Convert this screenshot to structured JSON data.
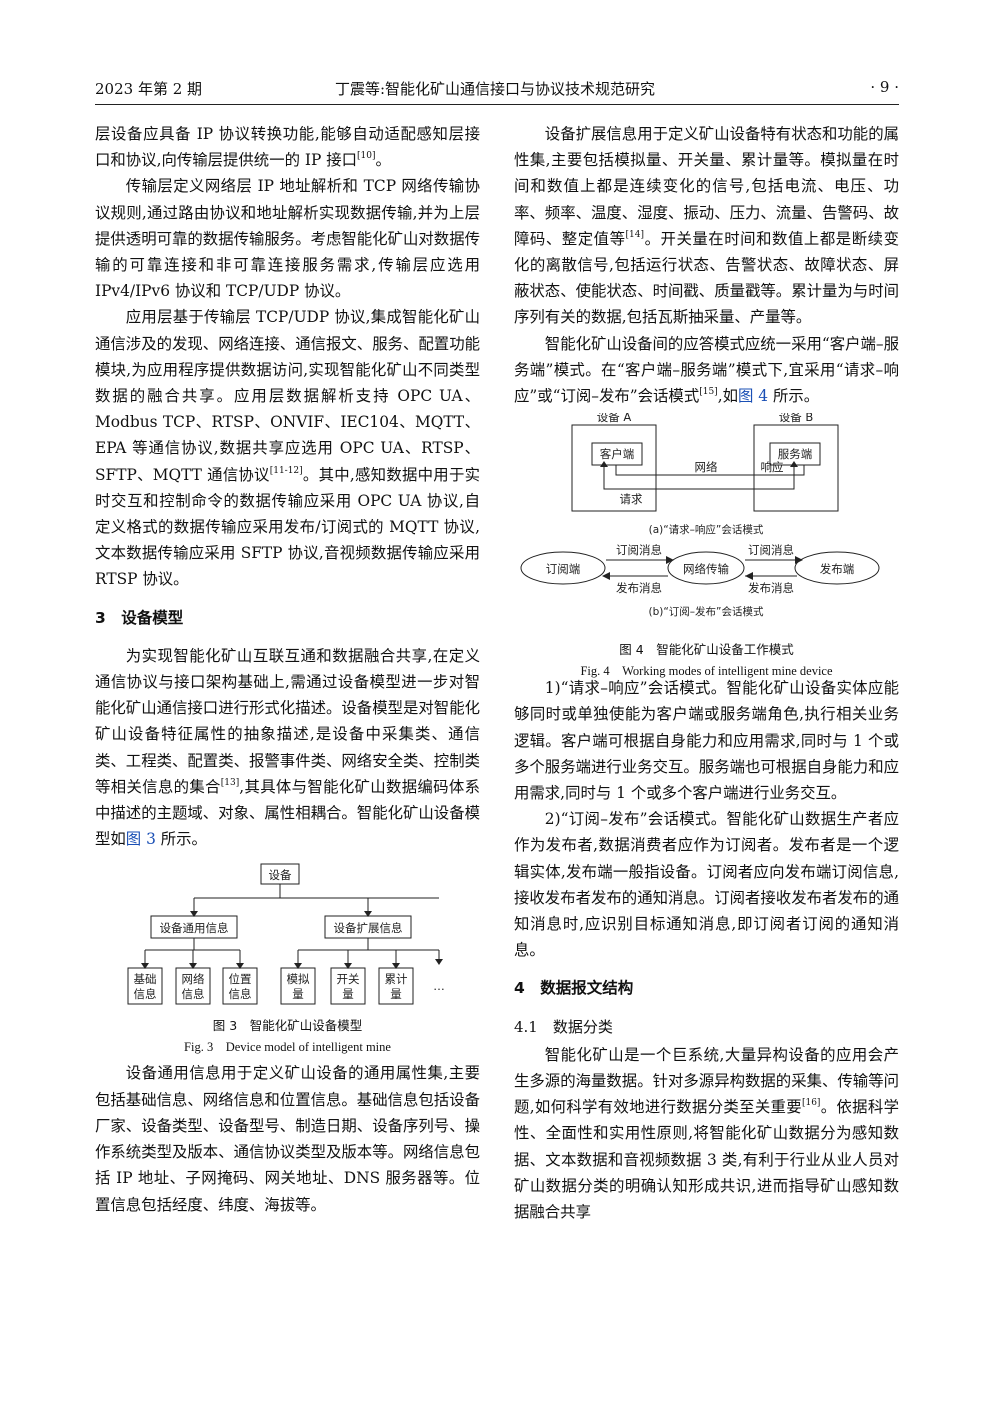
{
  "header": {
    "issue": "2023 年第 2 期",
    "title": "丁震等:智能化矿山通信接口与协议技术规范研究",
    "page": "· 9 ·"
  },
  "left": {
    "p1": "层设备应具备 IP 协议转换功能,能够自动适配感知层接口和协议,向传输层提供统一的 IP 接口",
    "p1_ref": "[10]",
    "p1_end": "。",
    "p2": "传输层定义网络层 IP 地址解析和 TCP 网络传输协议规则,通过路由协议和地址解析实现数据传输,并为上层提供透明可靠的数据传输服务。考虑智能化矿山对数据传输的可靠连接和非可靠连接服务需求,传输层应选用 IPv4/IPv6 协议和 TCP/UDP 协议。",
    "p3a": "应用层基于传输层 TCP/UDP 协议,集成智能化矿山通信涉及的发现、网络连接、通信报文、服务、配置功能模块,为应用程序提供数据访问,实现智能化矿山不同类型数据的融合共享。应用层数据解析支持 OPC UA、Modbus TCP、RTSP、ONVIF、IEC104、MQTT、EPA 等通信协议,数据共享应选用 OPC UA、RTSP、SFTP、MQTT 通信协议",
    "p3_ref": "[11-12]",
    "p3b": "。其中,感知数据中用于实时交互和控制命令的数据传输应采用 OPC UA 协议,自定义格式的数据传输应采用发布/订阅式的 MQTT 协议,文本数据传输应采用 SFTP 协议,音视频数据传输应采用 RTSP 协议。",
    "sec3": "3　设备模型",
    "p4a": "为实现智能化矿山互联互通和数据融合共享,在定义通信协议与接口架构基础上,需通过设备模型进一步对智能化矿山通信接口进行形式化描述。设备模型是对智能化矿山设备特征属性的抽象描述,是设备中采集类、通信类、工程类、配置类、报警事件类、网络安全类、控制类等相关信息的集合",
    "p4_ref": "[13]",
    "p4b": ",其具体与智能化矿山数据编码体系中描述的主题域、对象、属性相耦合。智能化矿山设备模型如",
    "p4_link": "图 3",
    "p4c": " 所示。",
    "fig3": {
      "root": "设备",
      "general": "设备通用信息",
      "extend": "设备扩展信息",
      "leaves_left": [
        "基础",
        "信息",
        "网络",
        "信息",
        "位置",
        "信息"
      ],
      "leaves_right": [
        "模拟",
        "量",
        "开关",
        "量",
        "累计",
        "量"
      ],
      "ellipsis": "…",
      "caption_cn": "图 3　智能化矿山设备模型",
      "caption_en": "Fig. 3　Device model of intelligent mine"
    },
    "p5": "设备通用信息用于定义矿山设备的通用属性集,主要包括基础信息、网络信息和位置信息。基础信息包括设备厂家、设备类型、设备型号、制造日期、设备序列号、操作系统类型及版本、通信协议类型及版本等。网络信息包括 IP 地址、子网掩码、网关地址、DNS 服务器等。位置信息包括经度、纬度、海拔等。"
  },
  "right": {
    "p1a": "设备扩展信息用于定义矿山设备特有状态和功能的属性集,主要包括模拟量、开关量、累计量等。模拟量在时间和数值上都是连续变化的信号,包括电流、电压、功率、频率、温度、湿度、振动、压力、流量、告警码、故障码、整定值等",
    "p1_ref": "[14]",
    "p1b": "。开关量在时间和数值上都是断续变化的离散信号,包括运行状态、告警状态、故障状态、屏蔽状态、使能状态、时间戳、质量戳等。累计量为与时间序列有关的数据,包括瓦斯抽采量、产量等。",
    "p2a": "智能化矿山设备间的应答模式应统一采用“客户端–服务端”模式。在“客户端–服务端”模式下,宜采用“请求–响应”或“订阅–发布”会话模式",
    "p2_ref": "[15]",
    "p2b": ",如",
    "p2_link": "图 4",
    "p2c": " 所示。",
    "fig4": {
      "devA": "设备 A",
      "devB": "设备 B",
      "client": "客户端",
      "server": "服务端",
      "network": "网络",
      "request": "请求",
      "response": "响应",
      "sub_a": "(a)“请求–响应”会话模式",
      "subscriber": "订阅端",
      "nettrans": "网络传输",
      "publisher": "发布端",
      "submsg1": "订阅消息",
      "submsg2": "订阅消息",
      "pubmsg1": "发布消息",
      "pubmsg2": "发布消息",
      "sub_b": "(b)“订阅–发布”会话模式",
      "caption_cn": "图 4　智能化矿山设备工作模式",
      "caption_en": "Fig. 4　Working modes of intelligent mine device"
    },
    "p3": "1)“请求–响应”会话模式。智能化矿山设备实体应能够同时或单独使能为客户端或服务端角色,执行相关业务逻辑。客户端可根据自身能力和应用需求,同时与 1 个或多个服务端进行业务交互。服务端也可根据自身能力和应用需求,同时与 1 个或多个客户端进行业务交互。",
    "p4": "2)“订阅–发布”会话模式。智能化矿山数据生产者应作为发布者,数据消费者应作为订阅者。发布者是一个逻辑实体,发布端一般指设备。订阅者应向发布端订阅信息,接收发布者发布的通知消息。订阅者接收发布者发布的通知消息时,应识别目标通知消息,即订阅者订阅的通知消息。",
    "sec4": "4　数据报文结构",
    "sec41": "4.1　数据分类",
    "p5a": "智能化矿山是一个巨系统,大量异构设备的应用会产生多源的海量数据。针对多源异构数据的采集、传输等问题,如何科学有效地进行数据分类至关重要",
    "p5_ref": "[16]",
    "p5b": "。依据科学性、全面性和实用性原则,将智能化矿山数据分为感知数据、文本数据和音视频数据 3 类,有利于行业从业人员对矿山数据分类的明确认知形成共识,进而指导矿山感知数据融合共享"
  }
}
